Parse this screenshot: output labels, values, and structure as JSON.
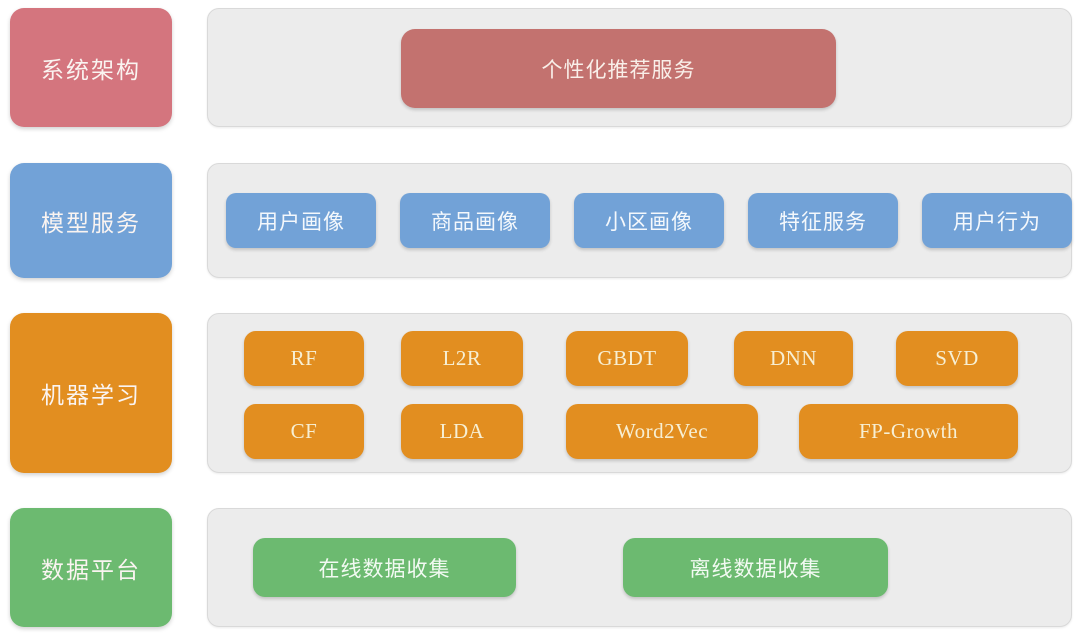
{
  "palette": {
    "pink_label": "#d4757e",
    "red_node": "#c3726f",
    "blue": "#72a2d7",
    "orange": "#e28e20",
    "green": "#6cba70",
    "panel_background": "#ececec",
    "panel_border": "#d9d9d9",
    "page_background": "#ffffff",
    "orange_node_text": "#f7efd3"
  },
  "rows": [
    {
      "id": "system-architecture",
      "label": "系统架构",
      "items": [
        {
          "label": "个性化推荐服务"
        }
      ]
    },
    {
      "id": "model-service",
      "label": "模型服务",
      "items": [
        {
          "label": "用户画像"
        },
        {
          "label": "商品画像"
        },
        {
          "label": "小区画像"
        },
        {
          "label": "特征服务"
        },
        {
          "label": "用户行为"
        }
      ]
    },
    {
      "id": "machine-learning",
      "label": "机器学习",
      "items_top": [
        {
          "label": "RF"
        },
        {
          "label": "L2R"
        },
        {
          "label": "GBDT"
        },
        {
          "label": "DNN"
        },
        {
          "label": "SVD"
        }
      ],
      "items_bottom": [
        {
          "label": "CF"
        },
        {
          "label": "LDA"
        },
        {
          "label": "Word2Vec"
        },
        {
          "label": "FP-Growth"
        }
      ]
    },
    {
      "id": "data-platform",
      "label": "数据平台",
      "items": [
        {
          "label": "在线数据收集"
        },
        {
          "label": "离线数据收集"
        }
      ]
    }
  ]
}
